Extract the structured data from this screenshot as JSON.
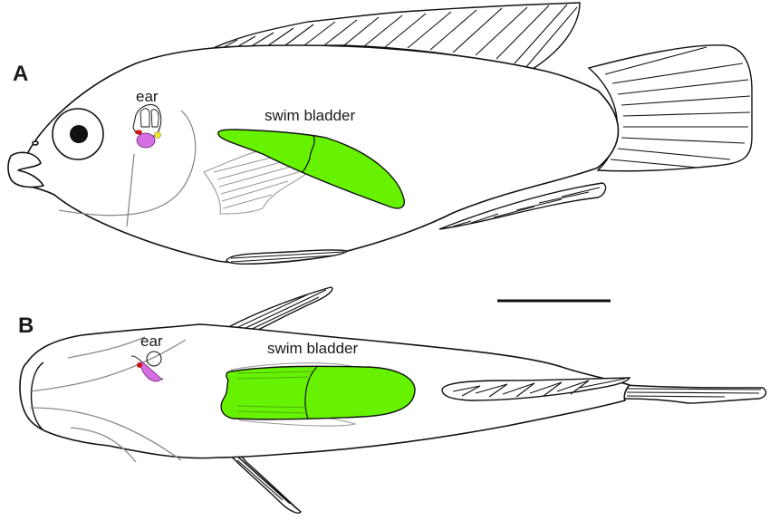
{
  "figure": {
    "panels": [
      {
        "id": "A",
        "label": "A",
        "view": "lateral",
        "annotations": [
          {
            "text": "ear",
            "target": "inner-ear"
          },
          {
            "text": "swim bladder",
            "target": "swim-bladder"
          }
        ]
      },
      {
        "id": "B",
        "label": "B",
        "view": "dorsal",
        "annotations": [
          {
            "text": "ear",
            "target": "inner-ear"
          },
          {
            "text": "swim bladder",
            "target": "swim-bladder"
          }
        ]
      }
    ],
    "scale_bar": {
      "visible": true,
      "label": ""
    },
    "colors": {
      "swim_bladder": "#66f200",
      "saccule": "#d46ee0",
      "lagena_red": "#d01010",
      "utricle_yellow": "#f2e81a",
      "outline": "#111111",
      "internal_lines": "#8a8a8a"
    }
  }
}
